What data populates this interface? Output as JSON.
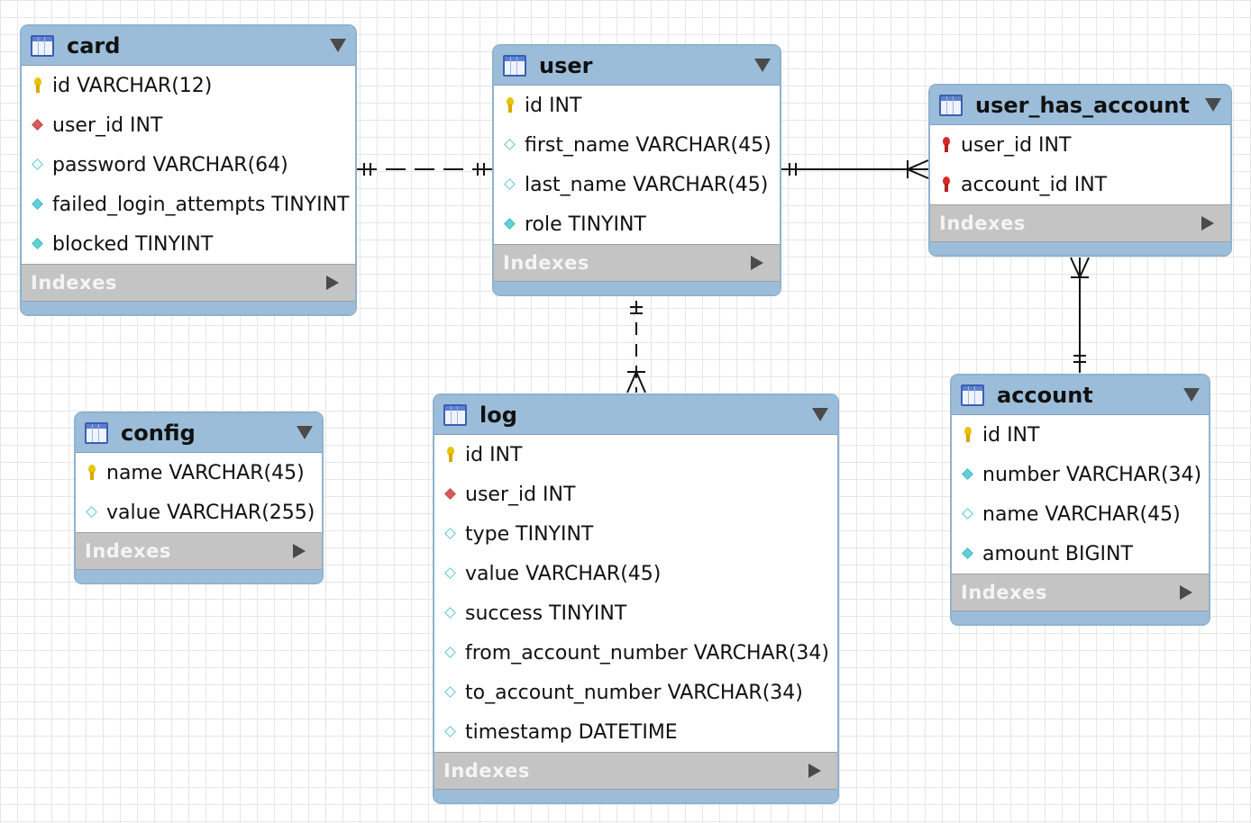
{
  "diagram": {
    "tables": [
      {
        "id": "card",
        "name": "card",
        "columns": [
          {
            "text": "id VARCHAR(12)",
            "icon": "primary-key-icon"
          },
          {
            "text": "user_id INT",
            "icon": "foreign-key-diamond-icon"
          },
          {
            "text": "password VARCHAR(64)",
            "icon": "nullable-column-icon"
          },
          {
            "text": "failed_login_attempts TINYINT",
            "icon": "not-null-column-icon"
          },
          {
            "text": "blocked TINYINT",
            "icon": "not-null-column-icon"
          }
        ],
        "indexes_label": "Indexes"
      },
      {
        "id": "user",
        "name": "user",
        "columns": [
          {
            "text": "id INT",
            "icon": "primary-key-icon"
          },
          {
            "text": "first_name VARCHAR(45)",
            "icon": "nullable-column-icon"
          },
          {
            "text": "last_name VARCHAR(45)",
            "icon": "nullable-column-icon"
          },
          {
            "text": "role TINYINT",
            "icon": "not-null-column-icon"
          }
        ],
        "indexes_label": "Indexes"
      },
      {
        "id": "user_has_account",
        "name": "user_has_account",
        "columns": [
          {
            "text": "user_id INT",
            "icon": "foreign-primary-key-icon"
          },
          {
            "text": "account_id INT",
            "icon": "foreign-primary-key-icon"
          }
        ],
        "indexes_label": "Indexes"
      },
      {
        "id": "config",
        "name": "config",
        "columns": [
          {
            "text": "name VARCHAR(45)",
            "icon": "primary-key-icon"
          },
          {
            "text": "value VARCHAR(255)",
            "icon": "nullable-column-icon"
          }
        ],
        "indexes_label": "Indexes"
      },
      {
        "id": "log",
        "name": "log",
        "columns": [
          {
            "text": "id INT",
            "icon": "primary-key-icon"
          },
          {
            "text": "user_id INT",
            "icon": "foreign-key-diamond-icon"
          },
          {
            "text": "type TINYINT",
            "icon": "nullable-column-icon"
          },
          {
            "text": "value VARCHAR(45)",
            "icon": "nullable-column-icon"
          },
          {
            "text": "success TINYINT",
            "icon": "nullable-column-icon"
          },
          {
            "text": "from_account_number VARCHAR(34)",
            "icon": "nullable-column-icon"
          },
          {
            "text": "to_account_number VARCHAR(34)",
            "icon": "nullable-column-icon"
          },
          {
            "text": "timestamp DATETIME",
            "icon": "nullable-column-icon"
          }
        ],
        "indexes_label": "Indexes"
      },
      {
        "id": "account",
        "name": "account",
        "columns": [
          {
            "text": "id INT",
            "icon": "primary-key-icon"
          },
          {
            "text": "number VARCHAR(34)",
            "icon": "not-null-column-icon"
          },
          {
            "text": "name VARCHAR(45)",
            "icon": "nullable-column-icon"
          },
          {
            "text": "amount BIGINT",
            "icon": "not-null-column-icon"
          }
        ],
        "indexes_label": "Indexes"
      }
    ],
    "relationships": [
      {
        "from": "card",
        "to": "user",
        "cardinality": "one-to-one",
        "identifying": false
      },
      {
        "from": "user",
        "to": "user_has_account",
        "cardinality": "one-to-many",
        "identifying": true
      },
      {
        "from": "account",
        "to": "user_has_account",
        "cardinality": "one-to-many",
        "identifying": true
      },
      {
        "from": "user",
        "to": "log",
        "cardinality": "one-to-many",
        "identifying": false
      }
    ],
    "colors": {
      "header": "#9bbdd9",
      "indexes_bar": "#c4c4c4",
      "primary_key": "#e7c400",
      "foreign_key": "#d62a2a",
      "column_diamond": "#5fd2d8"
    }
  }
}
